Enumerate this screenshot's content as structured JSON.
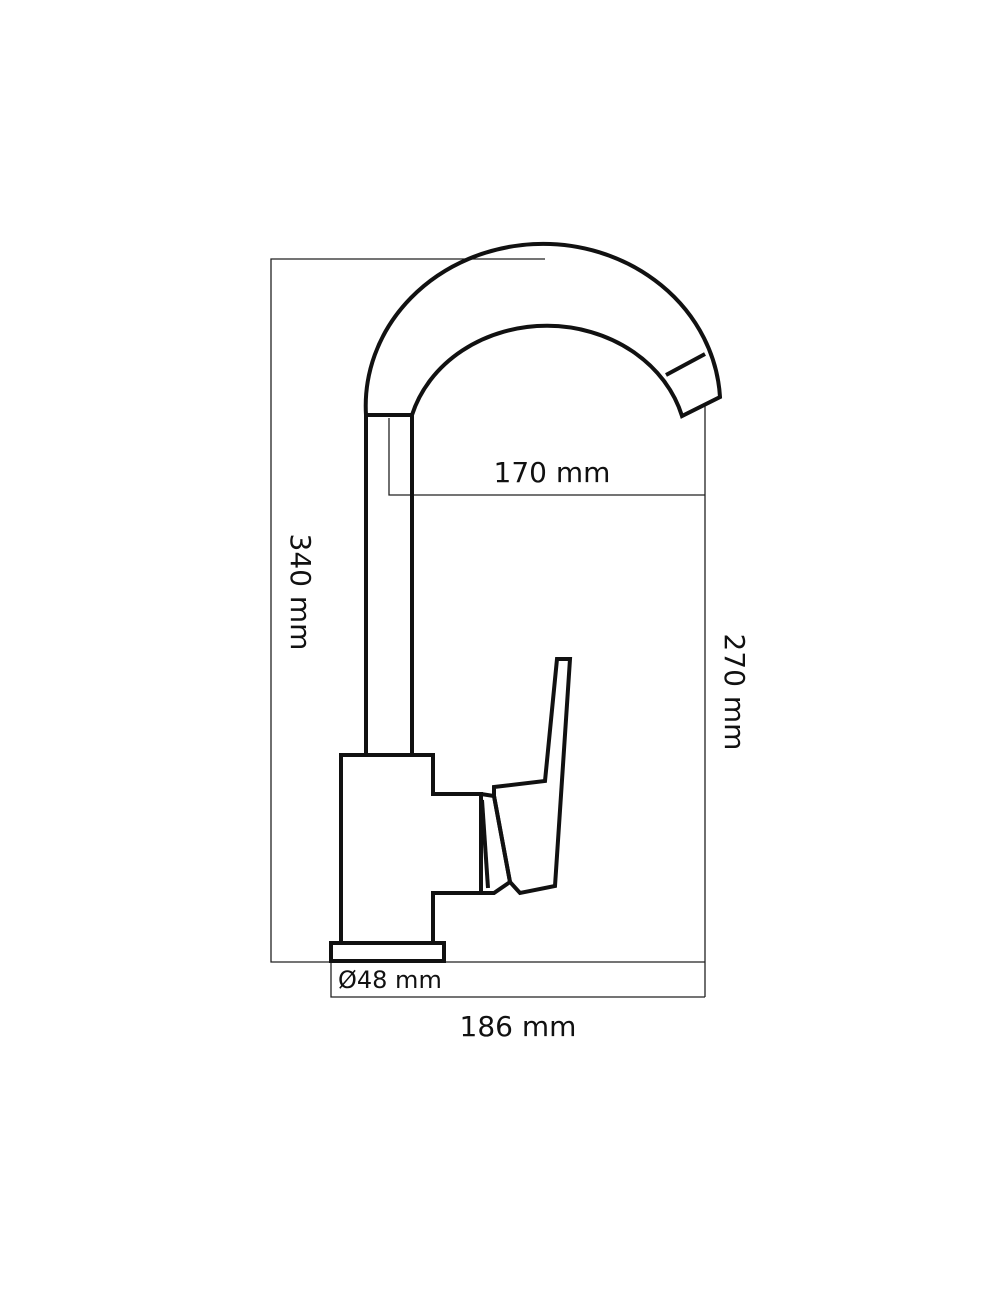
{
  "dimensions": {
    "spout_reach": "170 mm",
    "total_height": "340 mm",
    "spout_height": "270 mm",
    "base_diameter": "Ø48 mm",
    "total_depth": "186 mm"
  }
}
